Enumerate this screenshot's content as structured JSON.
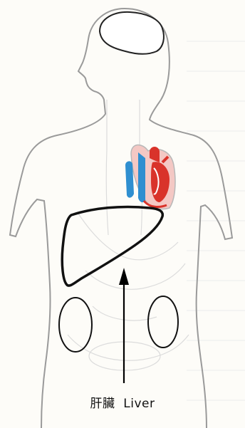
{
  "diagram": {
    "label": "肝臟  Liver",
    "organs": [
      "brain",
      "heart",
      "liver",
      "kidneys"
    ],
    "colors": {
      "outline": "#999999",
      "organ_outline": "#111111",
      "heart_red": "#d9332a",
      "heart_blue": "#2f8fd0",
      "arrow": "#000000",
      "paper_lines": "#e6e6e6"
    }
  }
}
